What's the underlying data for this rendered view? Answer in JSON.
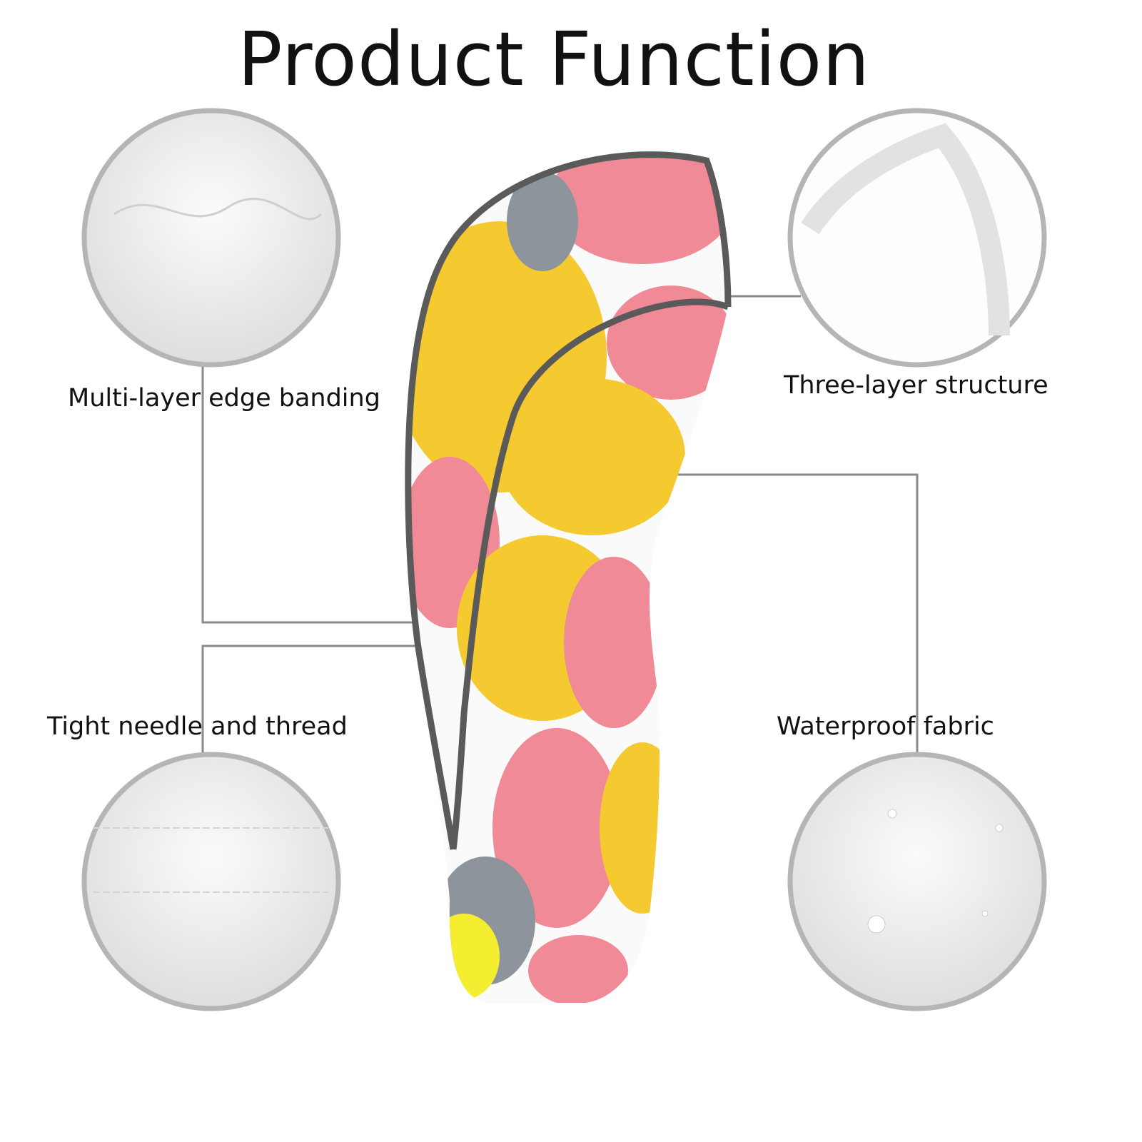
{
  "title": "Product Function",
  "features": [
    {
      "label": "Multi-layer edge banding"
    },
    {
      "label": "Three-layer structure"
    },
    {
      "label": "Tight needle and thread"
    },
    {
      "label": "Waterproof fabric"
    }
  ],
  "colors": {
    "circle_border": "#b5b5b5",
    "line": "#8a8a8a",
    "trim": "#5a5a5a",
    "yellow": "#f5c930",
    "pink": "#f08a96",
    "gray": "#8d949c"
  }
}
